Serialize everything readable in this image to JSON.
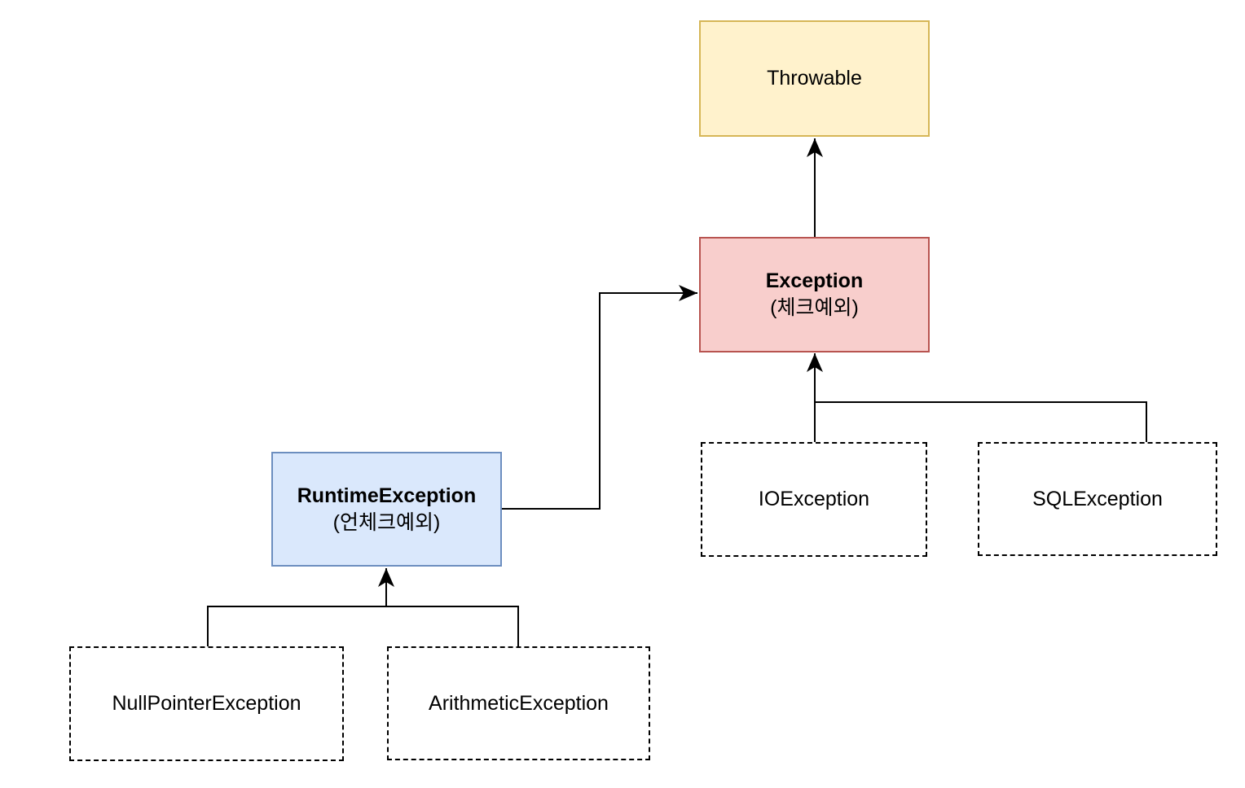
{
  "canvas": {
    "background_color": "#FFFFFF",
    "line_color": "#000000"
  },
  "nodes": {
    "throwable": {
      "label": "Throwable",
      "fill": "#FFF2CC",
      "border": "#D6B656",
      "border_style": "solid"
    },
    "exception": {
      "label": "Exception",
      "sublabel": "(체크예외)",
      "fill": "#F8CECC",
      "border": "#B85450",
      "border_style": "solid"
    },
    "runtime_exception": {
      "label": "RuntimeException",
      "sublabel": "(언체크예외)",
      "fill": "#DAE8FC",
      "border": "#6C8EBF",
      "border_style": "solid"
    },
    "io_exception": {
      "label": "IOException",
      "fill": "#FFFFFF",
      "border": "#000000",
      "border_style": "dashed"
    },
    "sql_exception": {
      "label": "SQLException",
      "fill": "#FFFFFF",
      "border": "#000000",
      "border_style": "dashed"
    },
    "null_pointer_exception": {
      "label": "NullPointerException",
      "fill": "#FFFFFF",
      "border": "#000000",
      "border_style": "dashed"
    },
    "arithmetic_exception": {
      "label": "ArithmeticException",
      "fill": "#FFFFFF",
      "border": "#000000",
      "border_style": "dashed"
    }
  },
  "edges": [
    {
      "from": "Exception",
      "to": "Throwable",
      "arrow": true
    },
    {
      "from": "RuntimeException",
      "to": "Exception",
      "arrow": true
    },
    {
      "from": "IOException",
      "to": "Exception",
      "arrow": true
    },
    {
      "from": "SQLException",
      "to": "Exception",
      "arrow": false
    },
    {
      "from": "NullPointerException",
      "to": "RuntimeException",
      "arrow": false
    },
    {
      "from": "ArithmeticException",
      "to": "RuntimeException",
      "arrow": true
    }
  ]
}
